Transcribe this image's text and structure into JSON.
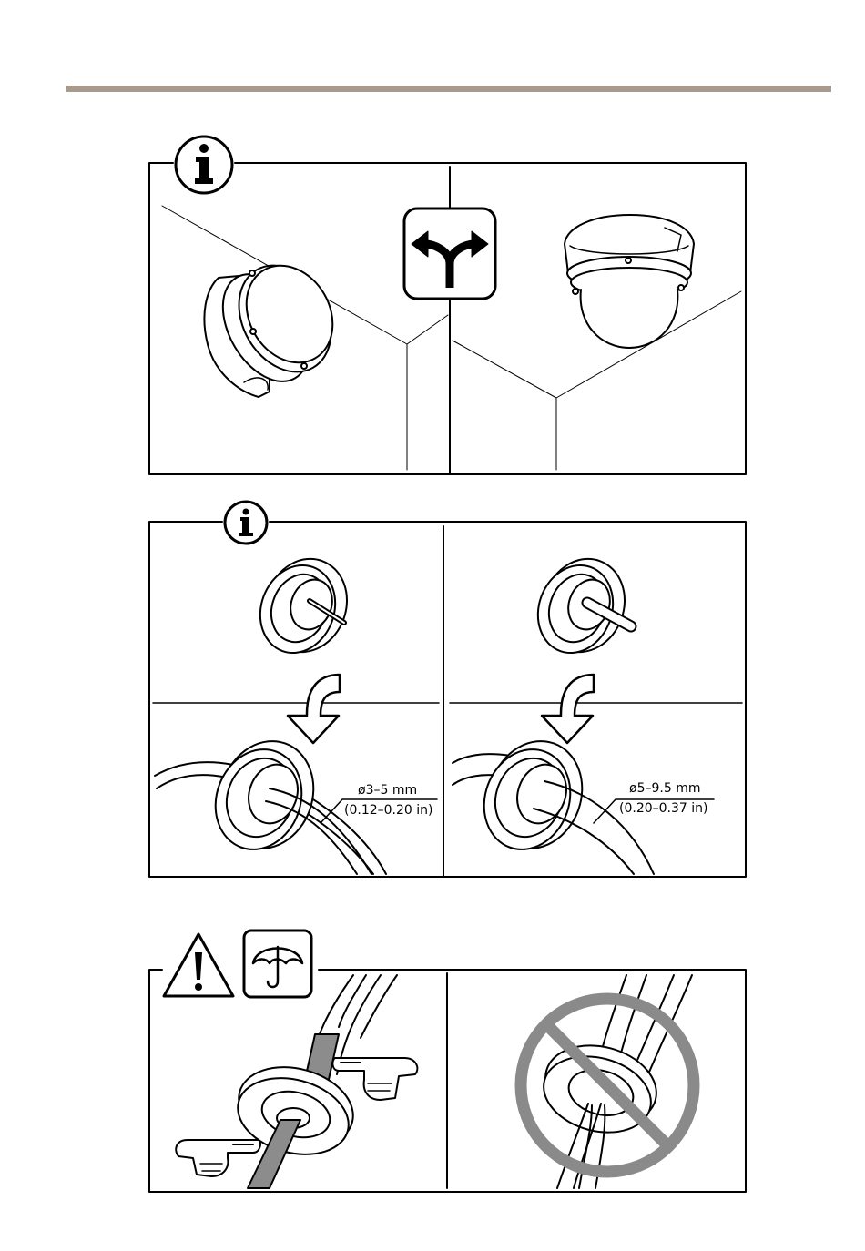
{
  "colors": {
    "top_rule": "#a89a8c",
    "line": "#000000",
    "cable_grey": "#8c8c8c",
    "prohibit_grey": "#8a8a8a"
  },
  "icons": {
    "panel1_badge": "info-icon",
    "panel1_center": "fork-arrow-icon",
    "panel2_badge": "info-icon",
    "panel3_badge_1": "warning-icon",
    "panel3_badge_2": "umbrella-keep-dry-icon",
    "panel3_right_overlay": "prohibited-icon"
  },
  "panel2": {
    "left_dim": {
      "line1": "ø3–5 mm",
      "line2": "(0.12–0.20 in)"
    },
    "right_dim": {
      "line1": "ø5–9.5 mm",
      "line2": "(0.20–0.37 in)"
    }
  }
}
